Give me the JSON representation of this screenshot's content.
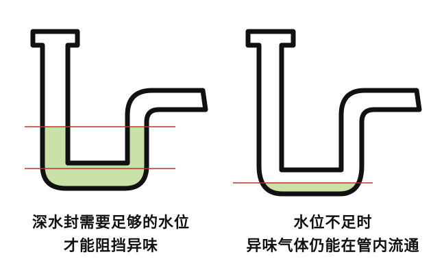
{
  "colors": {
    "water": "#c9e0a7",
    "pipe_outline": "#111111",
    "pipe_fill": "#ffffff",
    "water_line": "#c0302b"
  },
  "panels": [
    {
      "id": "left",
      "caption_lines": [
        "深水封需要足够的水位",
        "才能阻挡异味"
      ]
    },
    {
      "id": "right",
      "caption_lines": [
        "水位不足时",
        "异味气体仍能在管内流通"
      ]
    }
  ]
}
